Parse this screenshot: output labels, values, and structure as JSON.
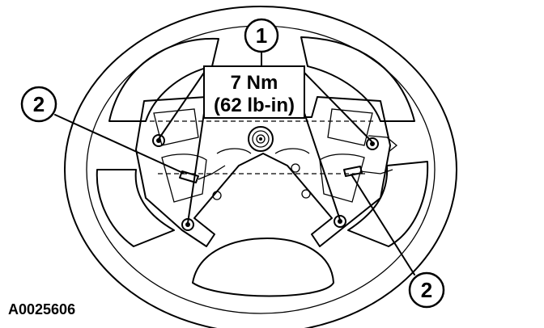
{
  "callouts": [
    {
      "id": "callout-1",
      "number": "1"
    },
    {
      "id": "callout-2-left",
      "number": "2"
    },
    {
      "id": "callout-2-right",
      "number": "2"
    }
  ],
  "torque_label": {
    "line1": "7 Nm",
    "line2": "(62 lb-in)"
  },
  "figure_id": "A0025606",
  "icons": [
    "steering-wheel-icon",
    "bolt-icon",
    "connector-icon"
  ],
  "colors": {
    "ink": "#000000",
    "paper": "#ffffff"
  }
}
